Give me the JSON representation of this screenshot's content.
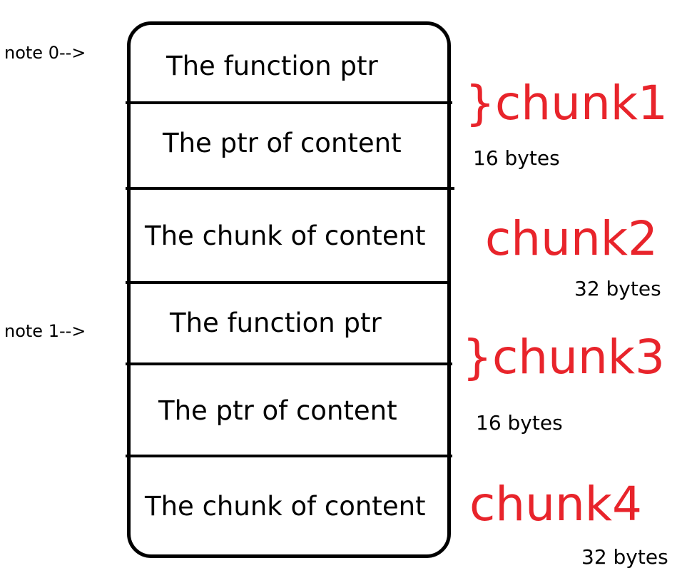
{
  "notes": [
    "note 0-->",
    "note  1-->"
  ],
  "cells": [
    "The function ptr",
    "The ptr of content",
    "The chunk of content",
    "The function ptr",
    "The ptr of content",
    "The chunk of content"
  ],
  "chunks": [
    {
      "label": "}chunk1",
      "size": "16 bytes"
    },
    {
      "label": "chunk2",
      "size": "32 bytes"
    },
    {
      "label": "}chunk3",
      "size": "16 bytes"
    },
    {
      "label": "chunk4",
      "size": "32 bytes"
    }
  ],
  "colors": {
    "chunk_label": "#e8242b",
    "line": "#000000"
  }
}
